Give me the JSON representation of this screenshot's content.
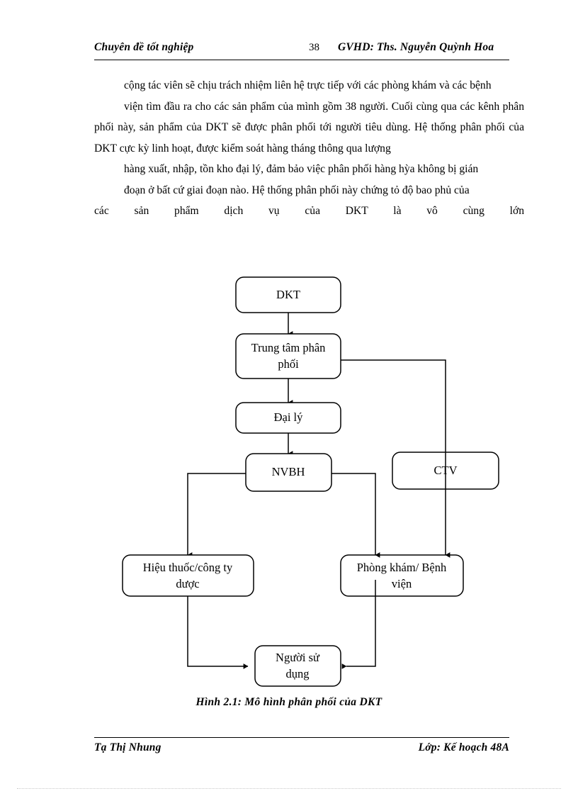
{
  "document": {
    "page_number": "38",
    "header": {
      "left_title": "Chuyên đề tốt nghiệp",
      "page_number": "38",
      "right_title": "GVHD: Ths. Nguyễn Quỳnh Hoa"
    },
    "footer": {
      "left": "Tạ Thị Nhung",
      "right": "Lớp: Kế hoạch 48A"
    }
  },
  "body": {
    "paragraphs": [
      "cộng tác viên sẽ chịu trách nhiệm liên hệ trực tiếp với các phòng khám và các bệnh",
      "viện tìm đầu ra cho các sản phẩm của mình gồm 38 người. Cuối cùng qua các kênh phân phối này, sản phẩm của DKT sẽ được phân phối tới người tiêu dùng. Hệ thống phân phối của DKT cực kỳ linh hoạt, được kiểm soát hàng tháng thông qua lượng",
      "hàng xuất, nhập, tồn kho đại lý, đảm bảo việc phân phối hàng hỳa không bị gián",
      "đoạn ở bất cứ giai đoạn nào. Hệ thống phân phối này chứng tỏ độ bao phủ của",
      "các sản phẩm dịch vụ của DKT là vô cùng lớn"
    ]
  },
  "figure": {
    "caption": "Hình 2.1: Mô hình phân phối của DKT",
    "nodes": [
      {
        "id": "dkt",
        "label": "DKT"
      },
      {
        "id": "trung-tam-phan-phoi",
        "label_line1": "Trung  tâm phân",
        "label_line2": "phối"
      },
      {
        "id": "dai-ly",
        "label": "Đại lý"
      },
      {
        "id": "nvbh",
        "label": "NVBH"
      },
      {
        "id": "ctv",
        "label": "CTV"
      },
      {
        "id": "hieu-thuoc",
        "label_line1": "Hiệu  thuốc/công ty",
        "label_line2": "dược"
      },
      {
        "id": "phong-kham",
        "label_line1": "Phòng khám/ Bệnh",
        "label_line2": "viện"
      },
      {
        "id": "nguoi-su-dung",
        "label_line1": "Người  sử",
        "label_line2": "dụng"
      }
    ],
    "edges": [
      {
        "from": "dkt",
        "to": "trung-tam-phan-phoi"
      },
      {
        "from": "trung-tam-phan-phoi",
        "to": "dai-ly"
      },
      {
        "from": "trung-tam-phan-phoi",
        "to": "ctv"
      },
      {
        "from": "dai-ly",
        "to": "nvbh"
      },
      {
        "from": "nvbh",
        "to": "hieu-thuoc"
      },
      {
        "from": "nvbh",
        "to": "phong-kham"
      },
      {
        "from": "ctv",
        "to": "phong-kham"
      },
      {
        "from": "hieu-thuoc",
        "to": "nguoi-su-dung"
      },
      {
        "from": "phong-kham",
        "to": "nguoi-su-dung"
      }
    ]
  },
  "colors": {
    "page_background": "#ffffff",
    "ink": "#000000",
    "rule": "#000000"
  }
}
